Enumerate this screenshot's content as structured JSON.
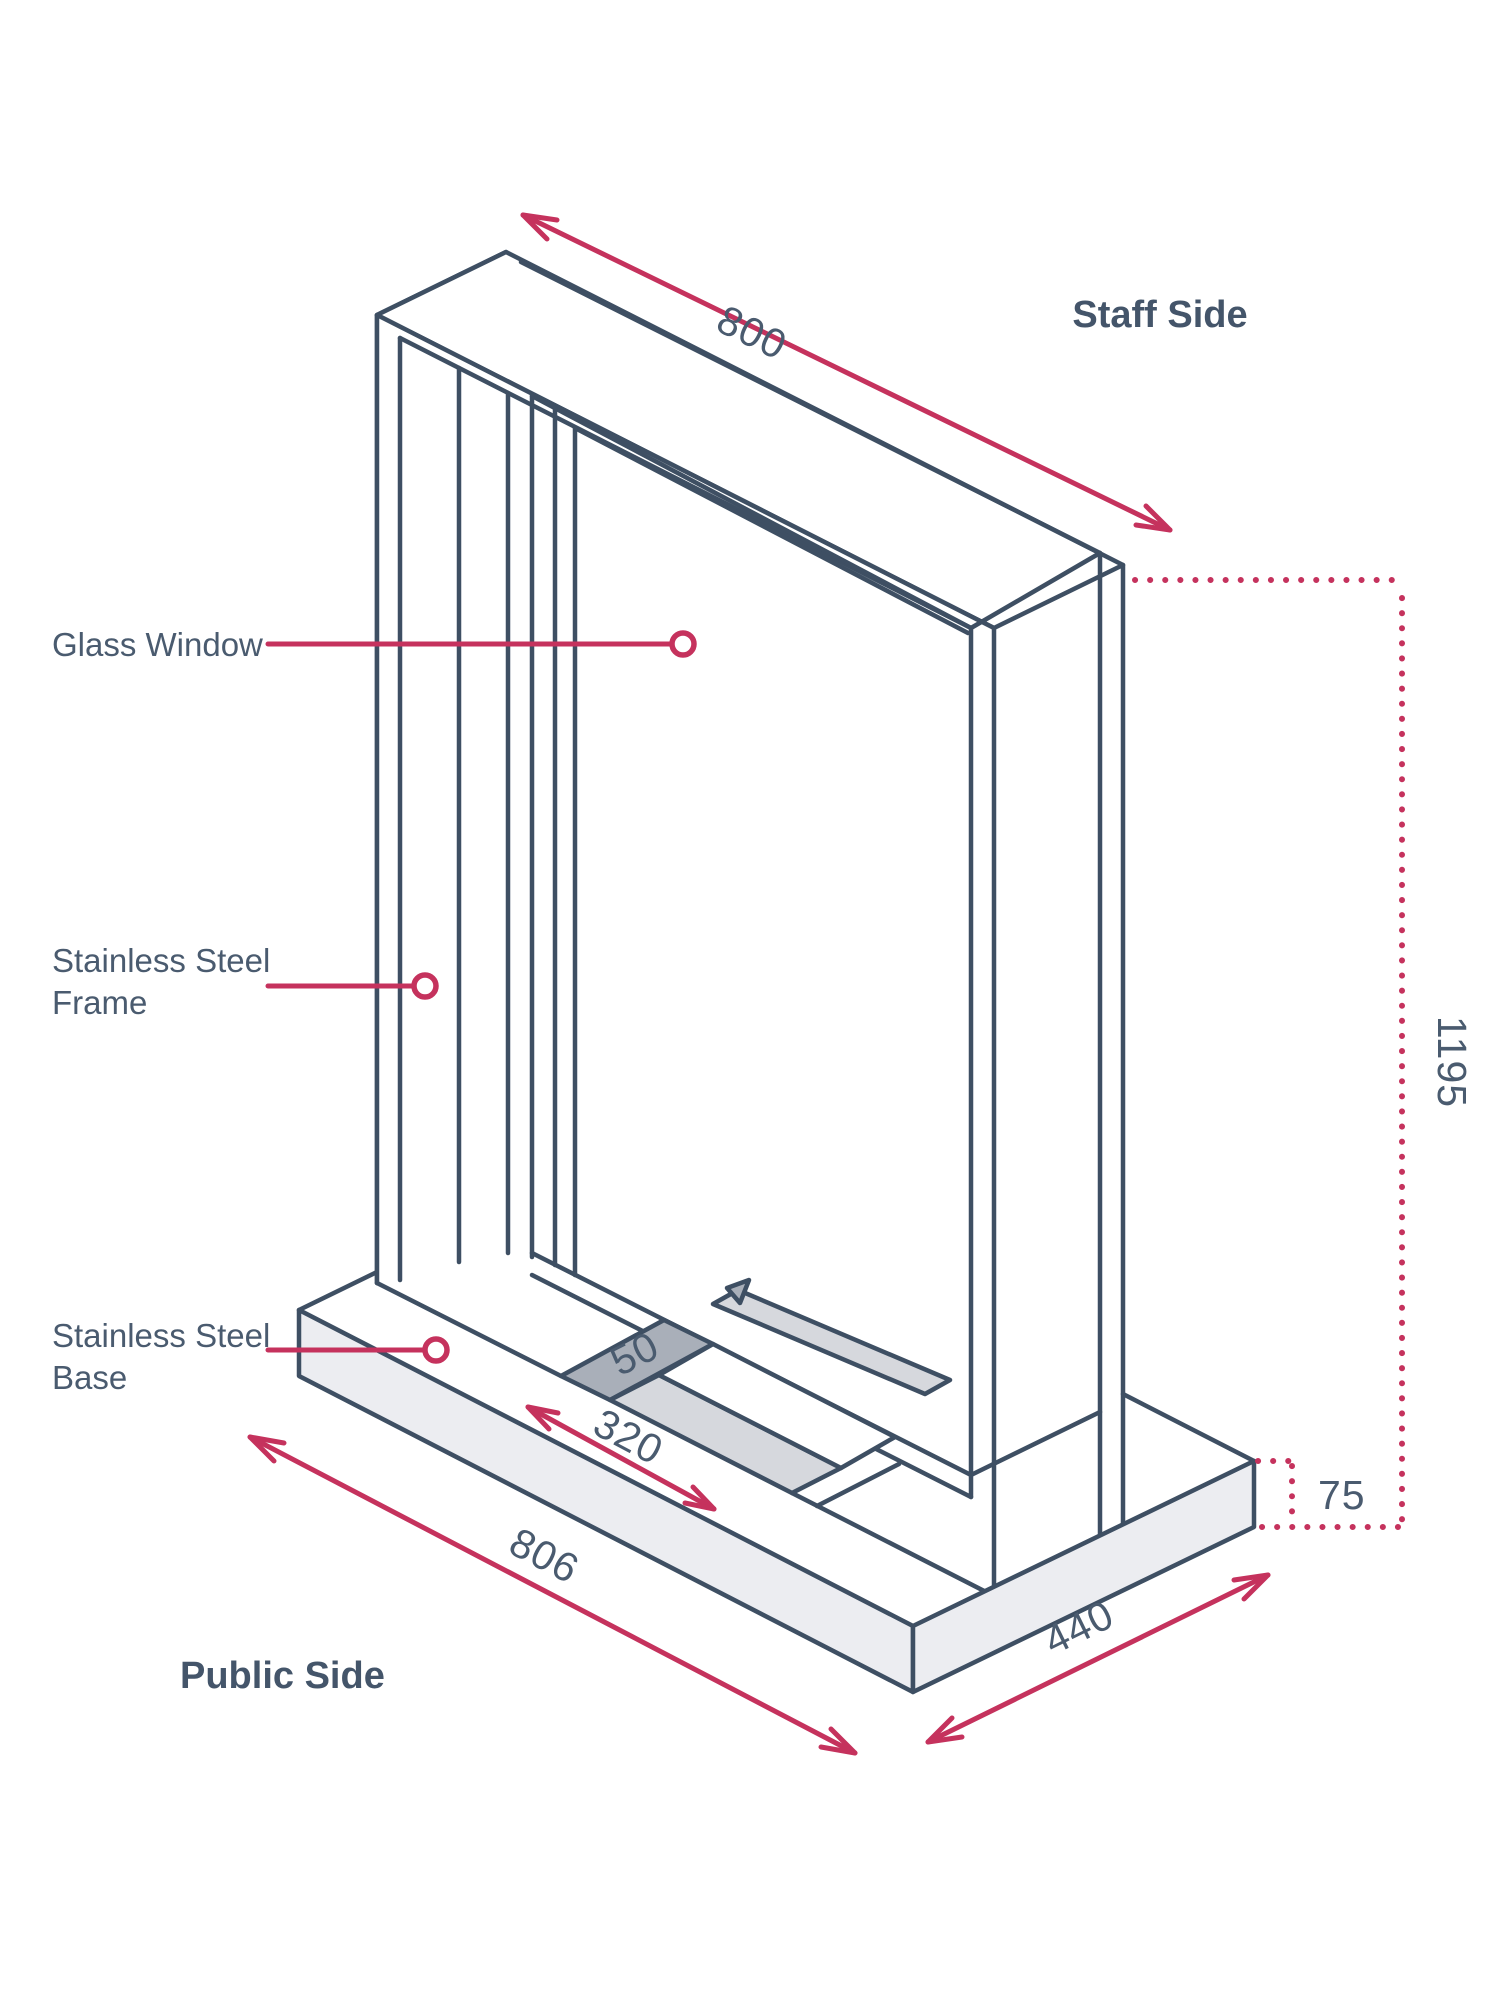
{
  "drawing": {
    "side_labels": {
      "staff": "Staff Side",
      "public": "Public Side"
    },
    "part_callouts": {
      "glass_window": {
        "line1": "Glass Window",
        "line2": ""
      },
      "steel_frame": {
        "line1": "Stainless Steel",
        "line2": "Frame"
      },
      "steel_base": {
        "line1": "Stainless Steel",
        "line2": "Base"
      }
    },
    "dimensions": {
      "frame_width": "800",
      "unit_height": "1195",
      "base_height": "75",
      "base_length": "806",
      "base_depth": "440",
      "tray_length": "320",
      "tray_ramp": "50"
    },
    "colors": {
      "line": "#3E4F63",
      "accent": "#C5325D",
      "base_face": "#ECEDF1",
      "tray_floor": "#D6D8DD",
      "tray_ramp": "#A9AFB9",
      "text": "#4A5B6F"
    }
  }
}
